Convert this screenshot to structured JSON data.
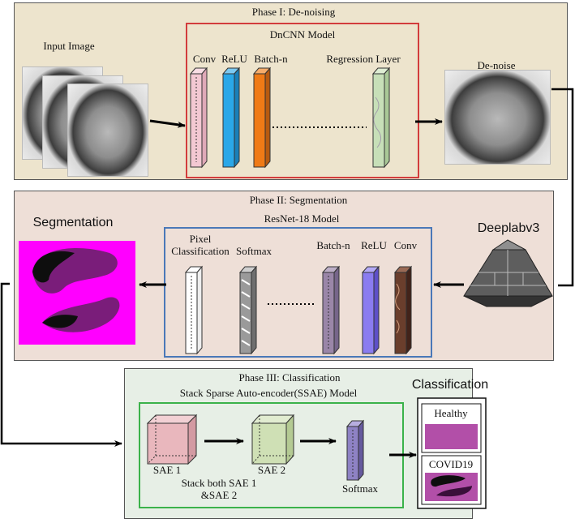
{
  "phase1": {
    "title": "Phase I: De-noising",
    "model_title": "DnCNN Model",
    "input_label": "Input Image",
    "layers": [
      "Conv",
      "ReLU",
      "Batch-n",
      "Regression Layer"
    ],
    "output_label": "De-noise"
  },
  "phase2": {
    "title": "Phase II: Segmentation",
    "model_title": "ResNet-18 Model",
    "segmentation_label": "Segmentation",
    "deeplab_label": "Deeplabv3",
    "layers": [
      "Pixel\nClassification",
      "Softmax",
      "Batch-n",
      "ReLU",
      "Conv"
    ]
  },
  "phase3": {
    "title": "Phase III: Classification",
    "model_title": "Stack Sparse Auto-encoder(SSAE)  Model",
    "sae1": "SAE 1",
    "sae2": "SAE 2",
    "stack_note": "Stack both SAE 1\n&SAE 2",
    "softmax": "Softmax",
    "classification_label": "Classification",
    "classes": [
      "Healthy",
      "COVID19"
    ]
  },
  "colors": {
    "phase1_bg": "#ede4cd",
    "phase2_bg": "#eedfd7",
    "phase3_bg": "#e7efe6",
    "dncnn_border": "#d23c3c",
    "resnet_border": "#4a78b8",
    "ssae_border": "#3bb24a",
    "segmentation_magenta": "#ff00ff",
    "healthy_purple": "#b24fa8"
  }
}
